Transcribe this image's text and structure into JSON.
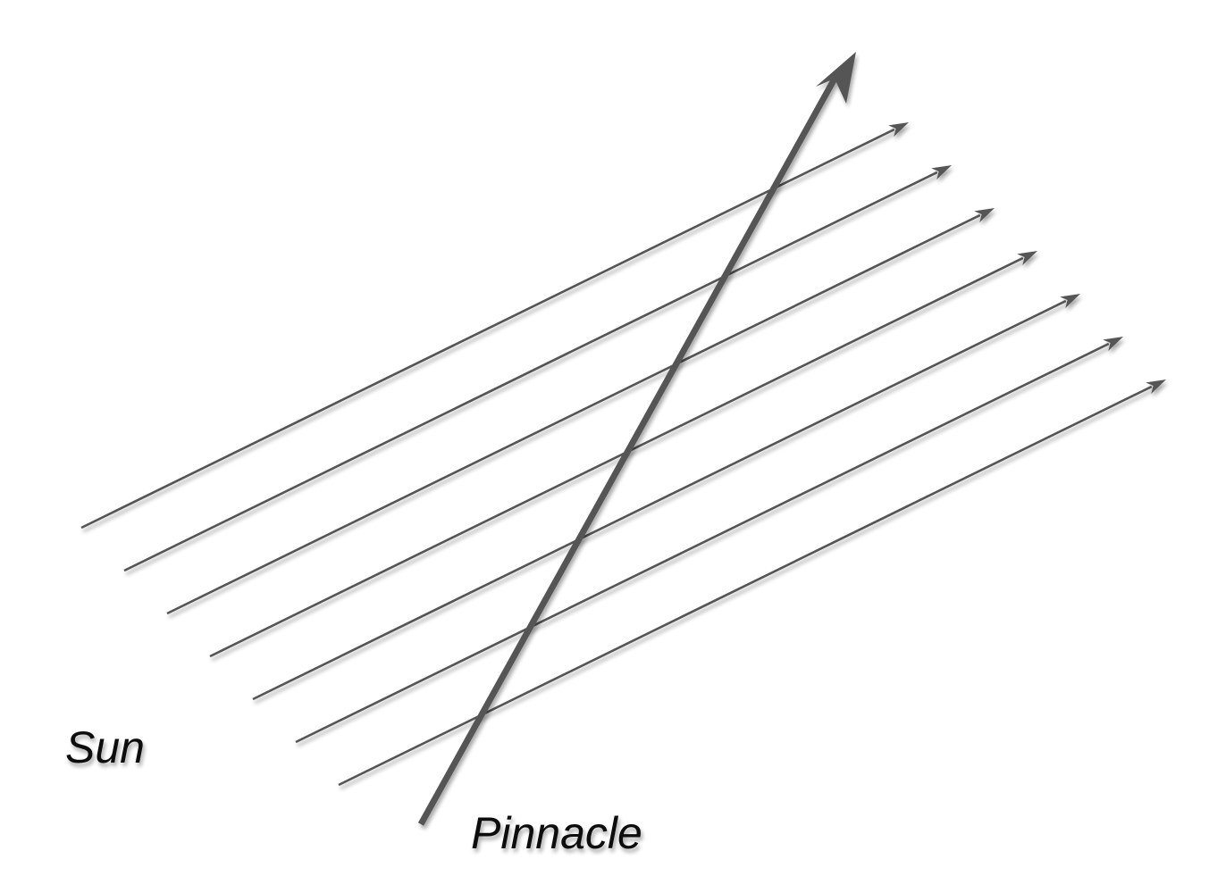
{
  "labels": {
    "sun": "Sun",
    "pinnacle": "Pinnacle"
  },
  "colors": {
    "line": "#555555",
    "text": "#111111",
    "background": "#ffffff"
  },
  "rays": {
    "count": 7
  }
}
